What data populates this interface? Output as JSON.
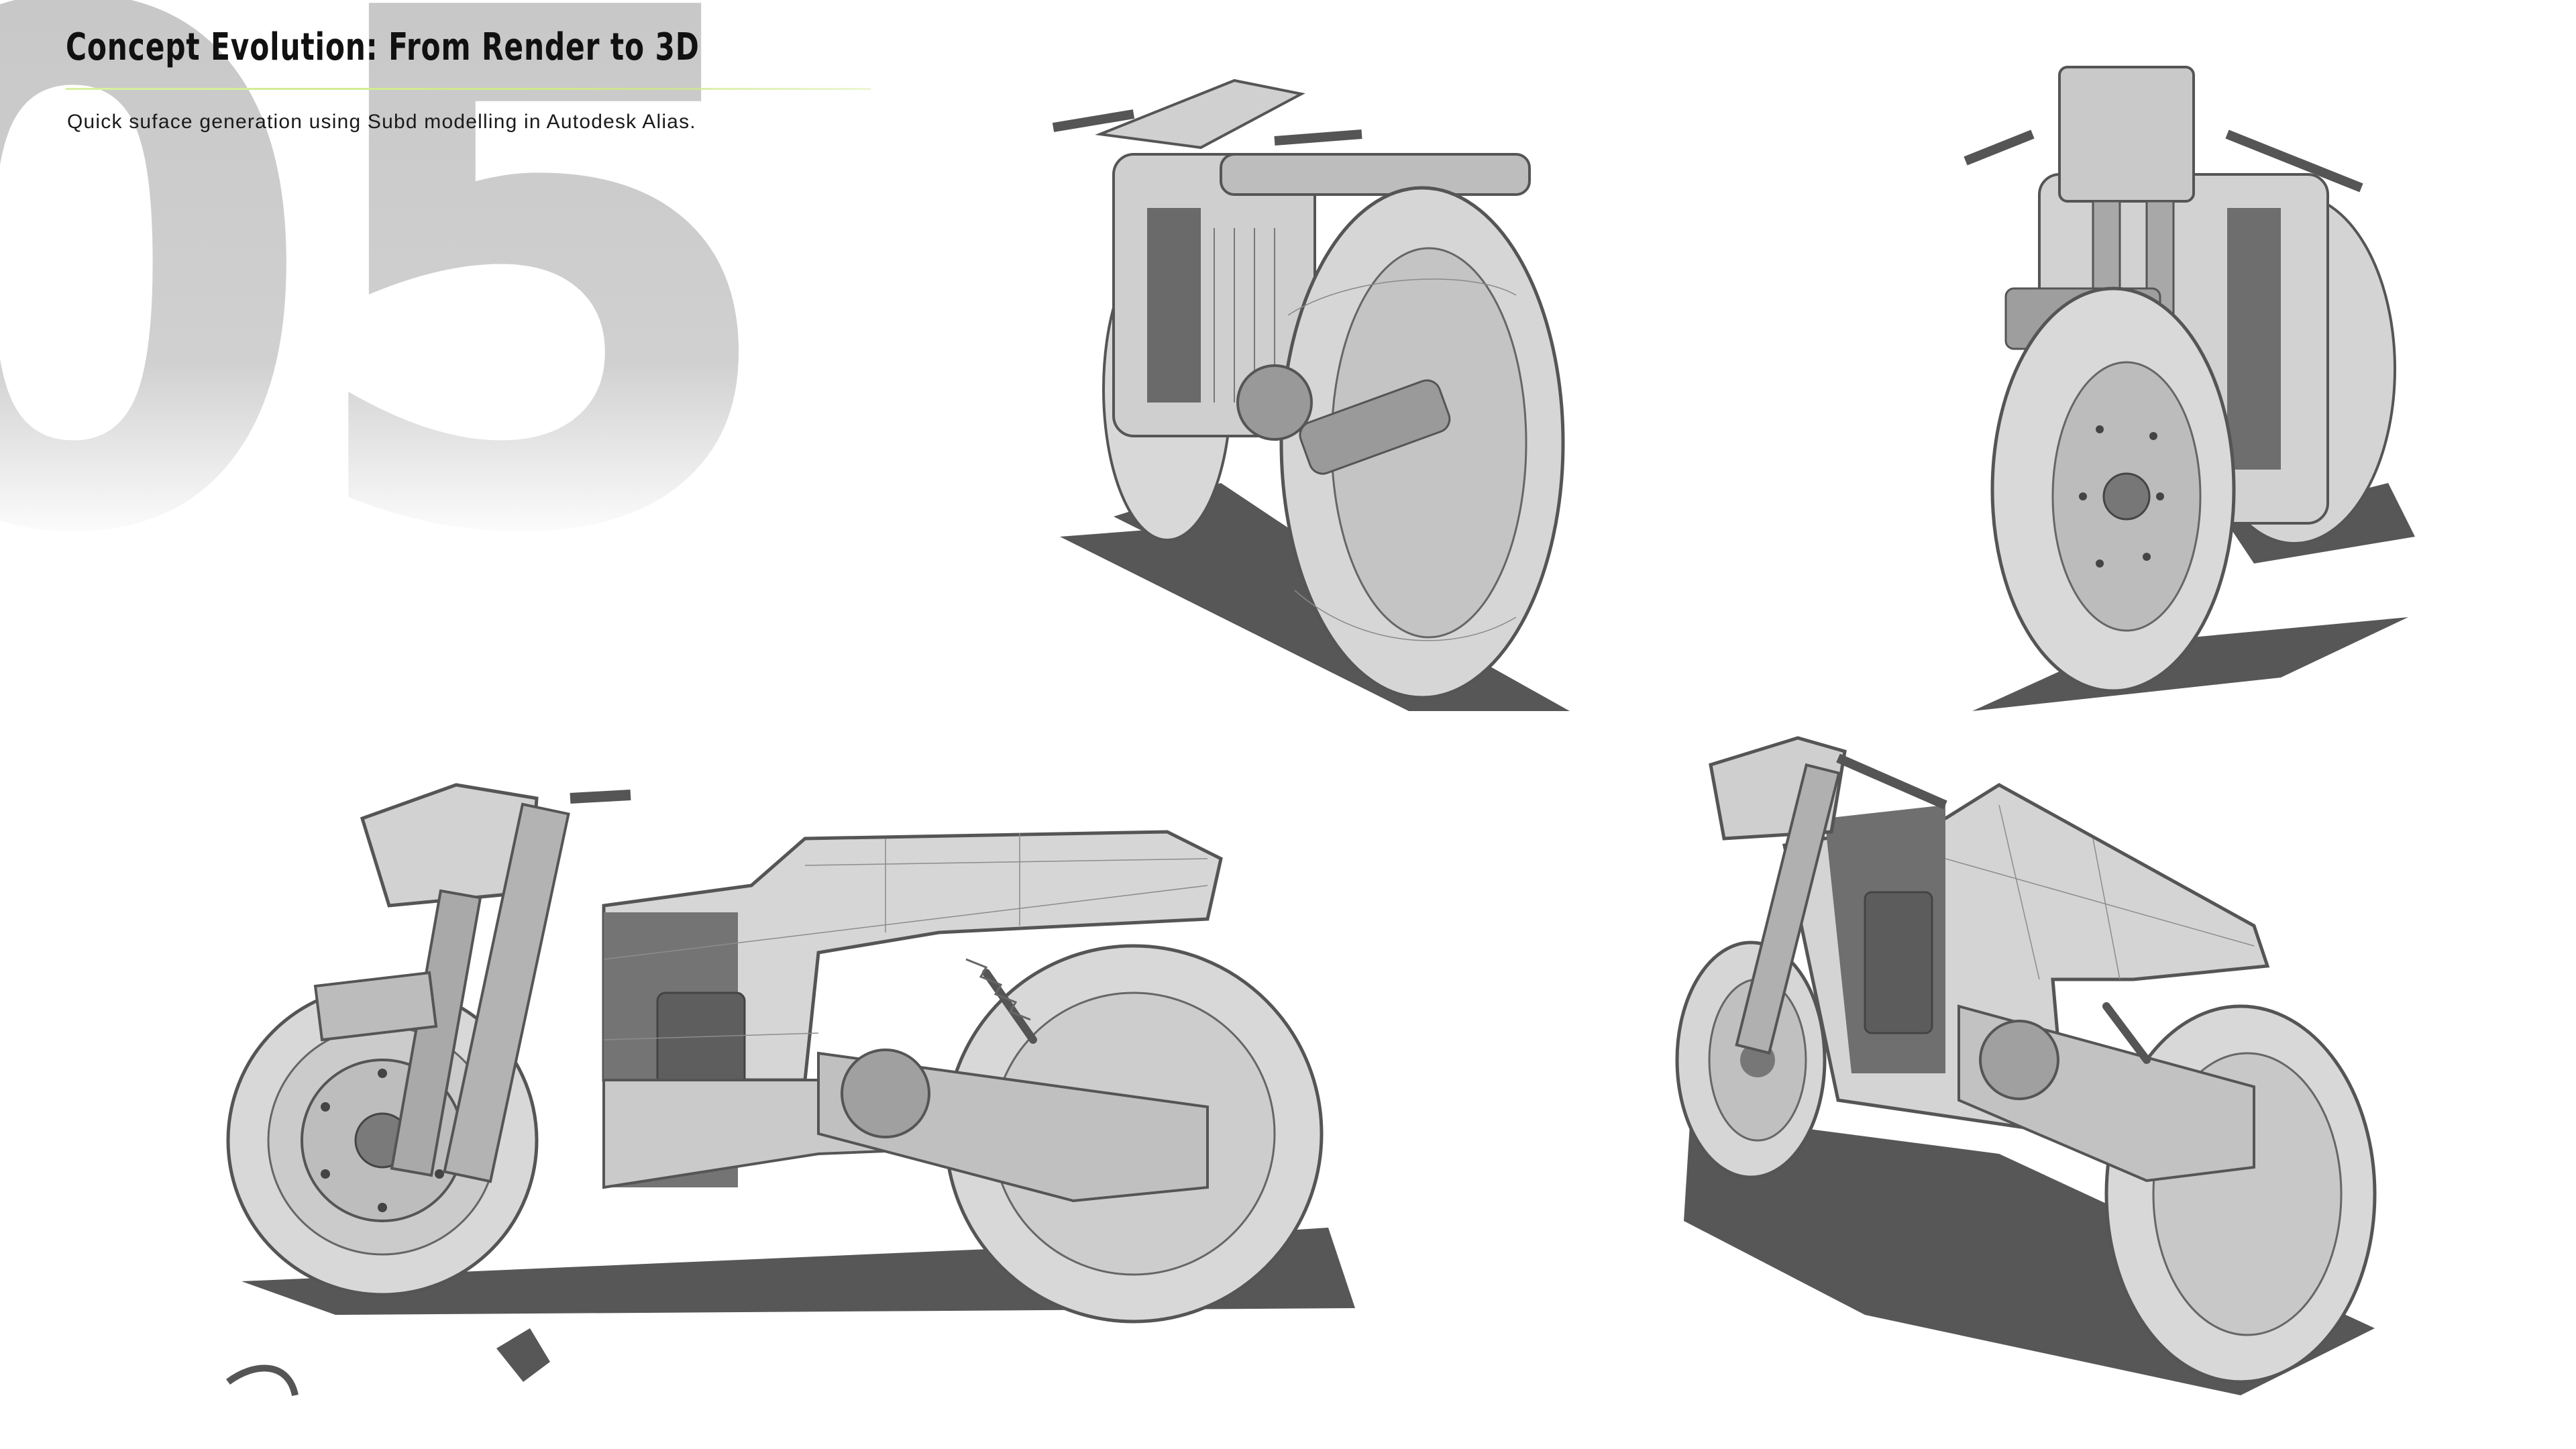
{
  "slide": {
    "section_number": "05",
    "title": "Concept Evolution: From Render to 3D",
    "subtitle": "Quick suface generation using Subd modelling in Autodesk Alias."
  },
  "colors": {
    "accent_rule": "#cfe98a",
    "background_numeral": "#d0d0d0",
    "model_light": "#e2e2e2",
    "model_mid": "#9a9a9a",
    "model_dark": "#5a5a5a",
    "shadow": "#575757"
  }
}
